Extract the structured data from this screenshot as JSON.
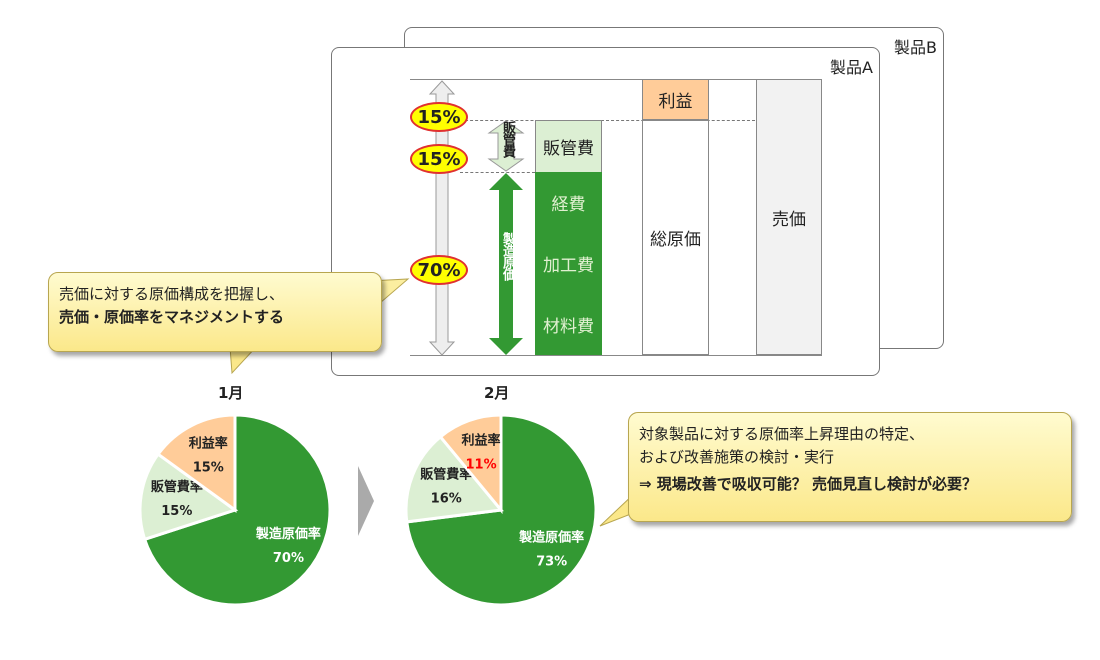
{
  "panels": {
    "product_b": "製品B",
    "product_a": "製品A"
  },
  "structure": {
    "badges": [
      "15%",
      "15%",
      "70%"
    ],
    "sga_vertical": "販管費",
    "mfg_vertical": "製造原価",
    "blocks": {
      "sga": "販管費",
      "expense": "経費",
      "processing": "加工費",
      "material": "材料費",
      "profit": "利益",
      "total_cost": "総原価",
      "price": "売価"
    }
  },
  "callout_left": {
    "line1": "売価に対する原価構成を把握し、",
    "line2": "売価・原価率をマネジメントする"
  },
  "callout_right": {
    "line1": "対象製品に対する原価率上昇理由の特定、",
    "line2": "および改善施策の検討・実行",
    "line3": "⇒ 現場改善で吸収可能？ 売価見直し検討が必要？"
  },
  "colors": {
    "green": "#339933",
    "light_green": "#dcefd3",
    "peach": "#ffcc99",
    "red": "#ff0000",
    "yellow": "#ffff00"
  },
  "chart_data": [
    {
      "type": "pie",
      "title": "1月",
      "categories": [
        "製造原価率",
        "販管費率",
        "利益率"
      ],
      "values": [
        70,
        15,
        15
      ],
      "labels": [
        "70%",
        "15%",
        "15%"
      ]
    },
    {
      "type": "pie",
      "title": "2月",
      "categories": [
        "製造原価率",
        "販管費率",
        "利益率"
      ],
      "values": [
        73,
        16,
        11
      ],
      "labels": [
        "73%",
        "16%",
        "11%"
      ]
    }
  ]
}
